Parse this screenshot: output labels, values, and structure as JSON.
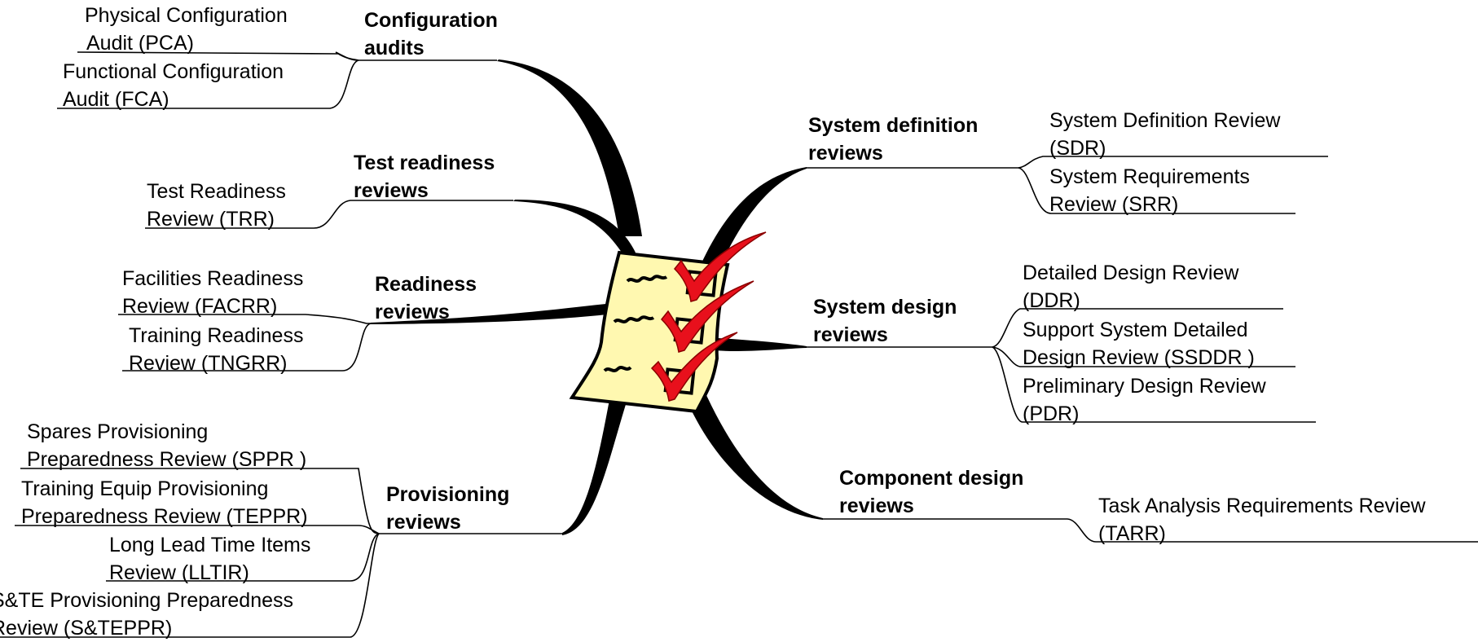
{
  "center": {
    "icon": "checklist-icon",
    "colors": {
      "paper": "#FFF8B0",
      "check": "#E8101C",
      "outline": "#000000"
    }
  },
  "branches": {
    "configuration_audits": {
      "label": [
        "Configuration",
        "audits"
      ],
      "items": [
        [
          "Physical Configuration",
          "Audit (PCA)"
        ],
        [
          "Functional Configuration",
          "Audit (FCA)"
        ]
      ]
    },
    "test_readiness_reviews": {
      "label": [
        "Test readiness",
        "reviews"
      ],
      "items": [
        [
          "Test Readiness",
          "Review (TRR)"
        ]
      ]
    },
    "readiness_reviews": {
      "label": [
        "Readiness",
        "reviews"
      ],
      "items": [
        [
          "Facilities Readiness",
          "Review (FACRR)"
        ],
        [
          "Training Readiness",
          "Review (TNGRR)"
        ]
      ]
    },
    "provisioning_reviews": {
      "label": [
        "Provisioning",
        "reviews"
      ],
      "items": [
        [
          "Spares Provisioning",
          "Preparedness Review (SPPR )"
        ],
        [
          "Training Equip Provisioning",
          "Preparedness Review (TEPPR)"
        ],
        [
          "Long Lead Time Items",
          "Review (LLTIR)"
        ],
        [
          "S&TE Provisioning Preparedness",
          "Review (S&TEPPR)"
        ]
      ]
    },
    "system_definition_reviews": {
      "label": [
        "System definition",
        "reviews"
      ],
      "items": [
        [
          "System Definition Review",
          "(SDR)"
        ],
        [
          "System Requirements",
          "Review (SRR)"
        ]
      ]
    },
    "system_design_reviews": {
      "label": [
        "System design",
        "reviews"
      ],
      "items": [
        [
          "Detailed Design Review",
          "(DDR)"
        ],
        [
          "Support System Detailed",
          "Design Review (SSDDR )"
        ],
        [
          "Preliminary Design Review",
          "(PDR)"
        ]
      ]
    },
    "component_design_reviews": {
      "label": [
        "Component design",
        "reviews"
      ],
      "items": [
        [
          "Task Analysis Requirements Review",
          "(TARR)"
        ]
      ]
    }
  }
}
